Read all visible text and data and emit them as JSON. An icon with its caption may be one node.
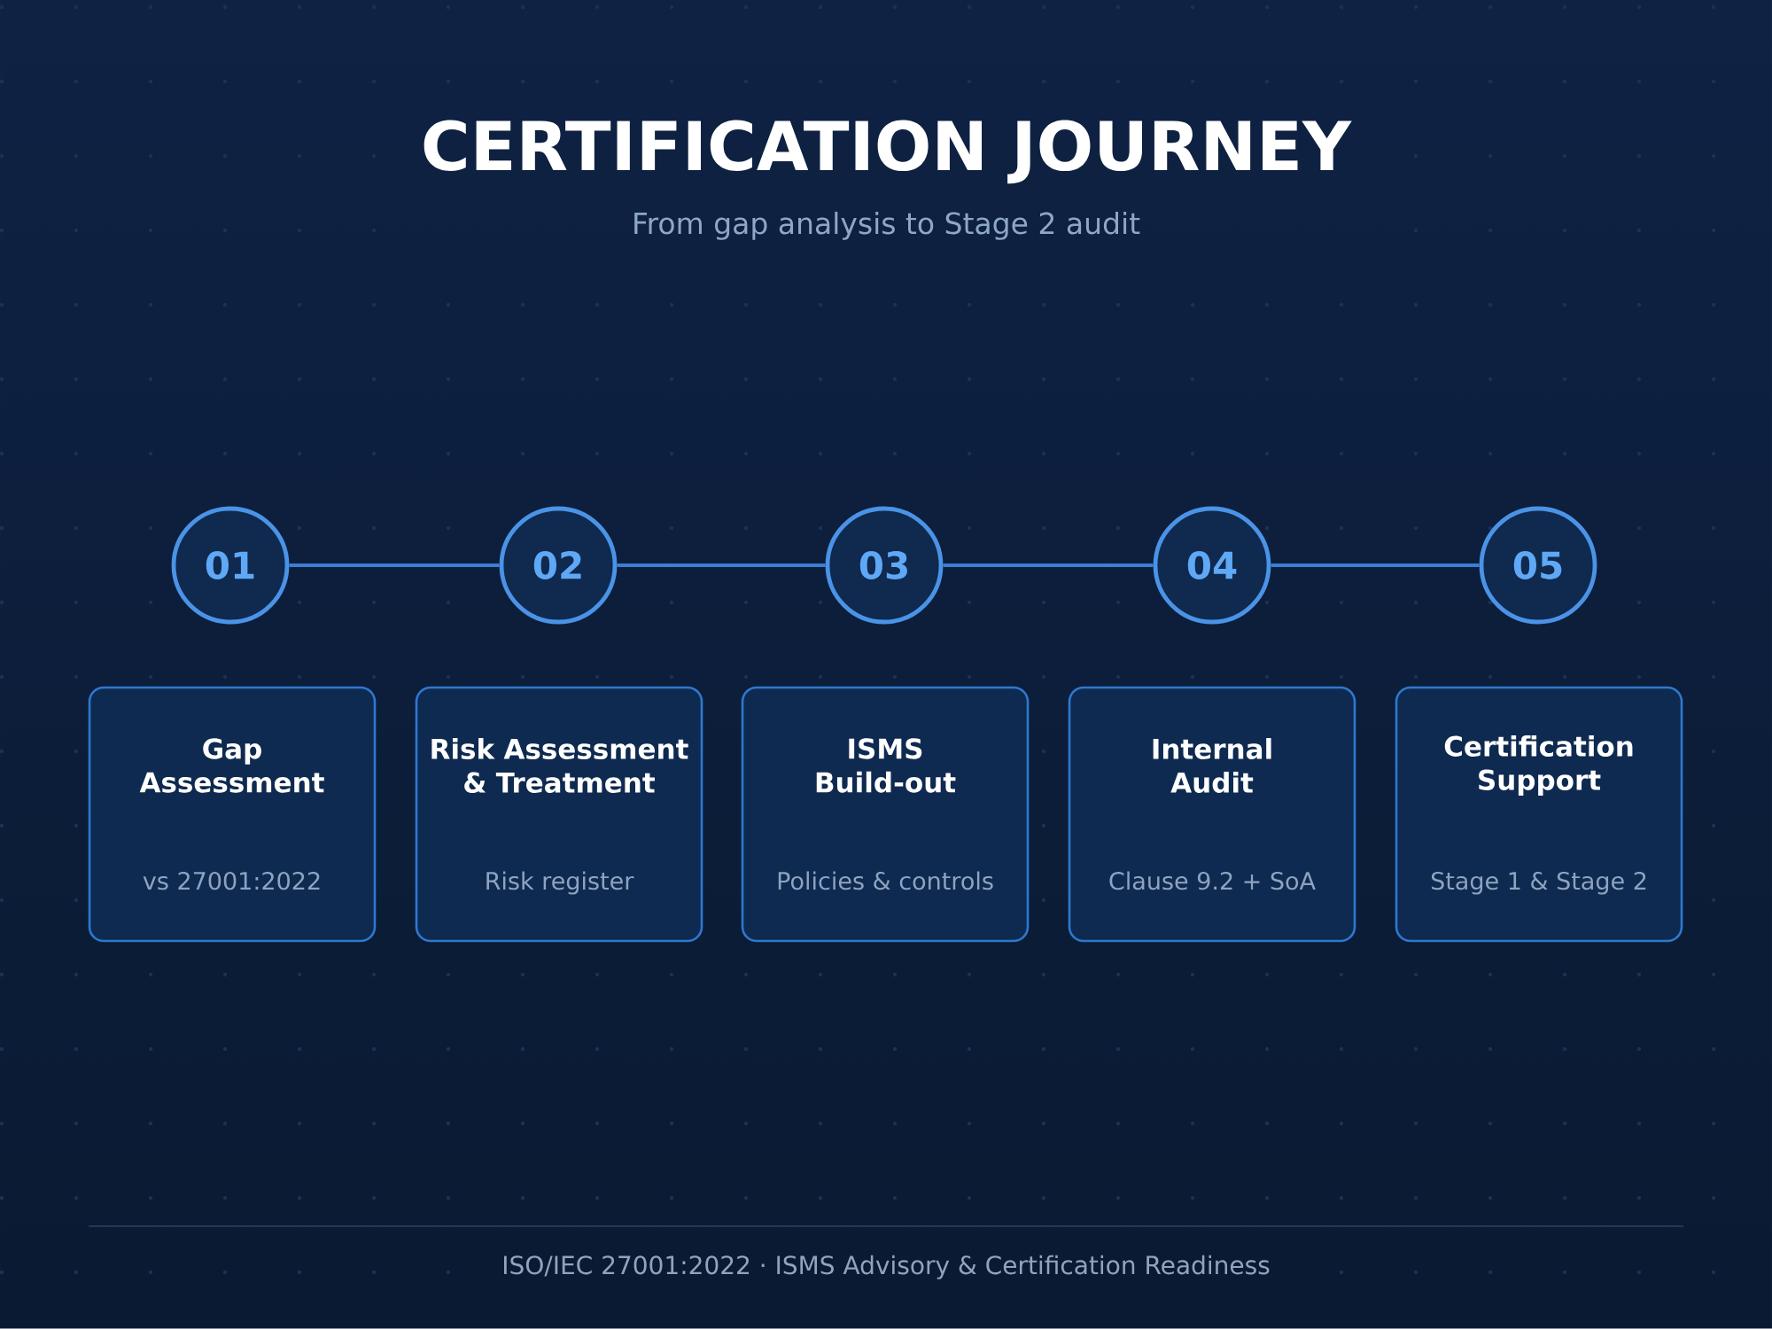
{
  "diagram": {
    "title": "CERTIFICATION JOURNEY",
    "nodes": [
      {
        "text": [
          "01"
        ]
      },
      {
        "text": [
          "02"
        ]
      },
      {
        "text": [
          "03"
        ]
      },
      {
        "text": [
          "04"
        ]
      },
      {
        "text": [
          "05"
        ]
      },
      {
        "text": [
          "Gap Assessment",
          "vs 27001:2022"
        ]
      },
      {
        "text": [
          "Risk Assessment & Treatment",
          "Risk register"
        ]
      },
      {
        "text": [
          "ISMS Build-out",
          "Policies & controls"
        ]
      },
      {
        "text": [
          "Internal Audit",
          "Clause 9.2 + SoA"
        ]
      },
      {
        "text": [
          "Certification Support",
          "Stage 1 & Stage 2"
        ]
      }
    ],
    "edges": [
      {
        "from": 0,
        "to": 1,
        "arrow": "none"
      },
      {
        "from": 1,
        "to": 2,
        "arrow": "none"
      },
      {
        "from": 2,
        "to": 3,
        "arrow": "none"
      },
      {
        "from": 3,
        "to": 4,
        "arrow": "none"
      }
    ],
    "labels": [
      "From gap analysis to Stage 2 audit"
    ],
    "caption": "ISO/IEC 27001:2022 · ISMS Advisory & Certification Readiness"
  }
}
